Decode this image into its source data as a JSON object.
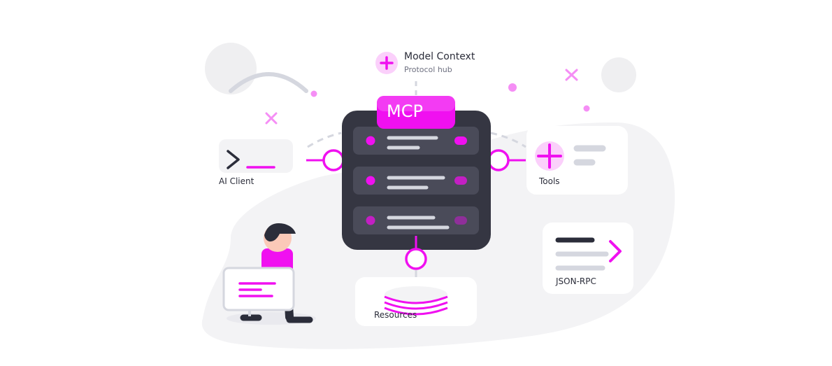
{
  "hub": {
    "title": "Model Context",
    "subtitle": "Protocol hub",
    "server_label": "MCP"
  },
  "nodes": {
    "client": "AI Client",
    "tools": "Tools",
    "resources": "Resources",
    "rpc": "JSON-RPC"
  },
  "colors": {
    "accent": "#f010f0",
    "accent_soft": "#f58ef5",
    "server_body": "#353642",
    "server_slot": "#4a4b59",
    "bar_light": "#d5d7df",
    "bg_blob": "#f3f3f5",
    "text": "#2b2d3a"
  },
  "icons": {
    "hub": "plus-icon",
    "client": "terminal-icon",
    "tools": "plus-icon",
    "rpc": "arrow-right-icon",
    "resources": "database-icon",
    "decor": [
      "x-mark-icon",
      "dot-icon"
    ]
  }
}
